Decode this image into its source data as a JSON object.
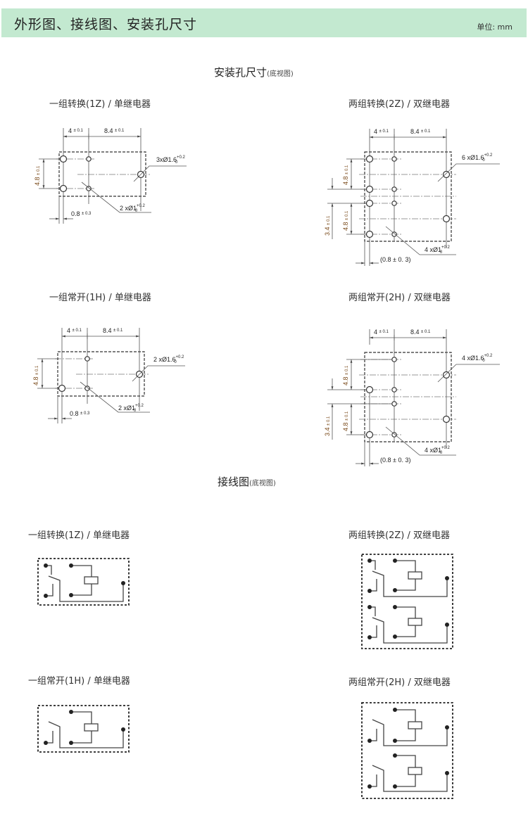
{
  "header": {
    "title": "外形图、接线图、安装孔尺寸",
    "unit": "单位: mm"
  },
  "mounting": {
    "title": "安装孔尺寸",
    "subtitle": "(底视图)",
    "diagrams": [
      {
        "title": "一组转换(1Z) / 单继电器",
        "pitch_a": "4",
        "pitch_b": "8.4",
        "tol": "± 0.1",
        "row": "4.8",
        "row_tol": "± 0.1",
        "offset": "0.8",
        "offset_tol": "± 0.3",
        "large_holes": "3xØ1.6",
        "small_holes": "2 xØ1",
        "hole_tol_upper": "+0.2",
        "hole_tol_lower": "0"
      },
      {
        "title": "两组转换(2Z) / 双继电器",
        "pitch_a": "4",
        "pitch_b": "8.4",
        "tol": "± 0.1",
        "row": "4.8",
        "row_tol": "± 0.1",
        "gap": "3.4",
        "gap_tol": "± 0.1",
        "offset": "(0.8 ± 0. 3)",
        "large_holes": "6 xØ1.6",
        "small_holes": "4 xØ1",
        "hole_tol_upper": "+0.2",
        "hole_tol_lower": "0"
      },
      {
        "title": "一组常开(1H) / 单继电器",
        "pitch_a": "4",
        "pitch_b": "8.4",
        "tol": "± 0.1",
        "row": "4.8",
        "row_tol": "± 0.1",
        "offset": "0.8",
        "offset_tol": "± 0.3",
        "large_holes": "2 xØ1.6",
        "small_holes": "2 xØ1",
        "hole_tol_upper": "+0.2",
        "hole_tol_lower": "0"
      },
      {
        "title": "两组常开(2H) / 双继电器",
        "pitch_a": "4",
        "pitch_b": "8.4",
        "tol": "± 0.1",
        "row": "4.8",
        "row_tol": "± 0.1",
        "gap": "3.4",
        "gap_tol": "± 0.1",
        "offset": "(0.8 ± 0. 3)",
        "large_holes": "4 xØ1.6",
        "small_holes": "4 xØ1",
        "hole_tol_upper": "+0.2",
        "hole_tol_lower": "0"
      }
    ]
  },
  "wiring": {
    "title": "接线图",
    "subtitle": "(底视图)",
    "diagrams": [
      {
        "title": "一组转换(1Z) / 单继电器"
      },
      {
        "title": "两组转换(2Z) / 双继电器"
      },
      {
        "title": "一组常开(1H) / 单继电器"
      },
      {
        "title": "两组常开(2H) / 双继电器"
      }
    ]
  }
}
